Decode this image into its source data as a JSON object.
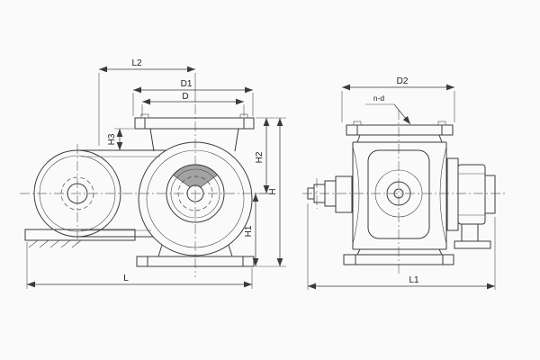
{
  "meta": {
    "drawing_type": "technical dimension drawing, two orthographic views of a rotary valve with drive",
    "background_color": "#fafafa",
    "line_color": "#3b3b3b"
  },
  "labels": {
    "front_view": {
      "l2": "L2",
      "d1": "D1",
      "d": "D",
      "h3": "H3",
      "h2": "H2",
      "h": "H",
      "h1": "H1",
      "l": "L"
    },
    "side_view": {
      "d2": "D2",
      "n_d": "n-d",
      "l1": "L1"
    }
  }
}
